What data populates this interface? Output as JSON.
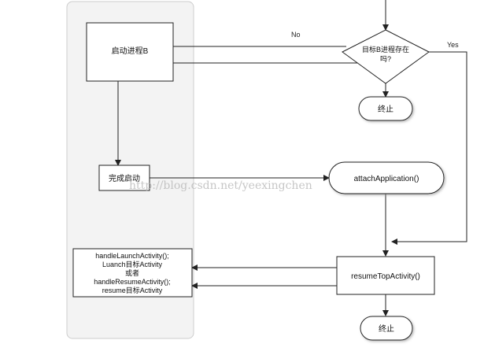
{
  "nodes": {
    "start_process_b": "启动进程B",
    "decision_line1": "目标B进程存在",
    "decision_line2": "吗?",
    "end_top": "终止",
    "complete_start": "完成启动",
    "attach_application": "attachApplication()",
    "resume_top_activity": "resumeTopActivity()",
    "end_bottom": "终止",
    "handle_line1": "handleLaunchActivity();",
    "handle_line2": "Luanch目标Activity",
    "handle_line3": "或者",
    "handle_line4": "handleResumeActivity();",
    "handle_line5": "resume目标Activity"
  },
  "edges": {
    "no_label": "No",
    "yes_label": "Yes"
  },
  "watermark": "http://blog.csdn.net/yeexingchen"
}
